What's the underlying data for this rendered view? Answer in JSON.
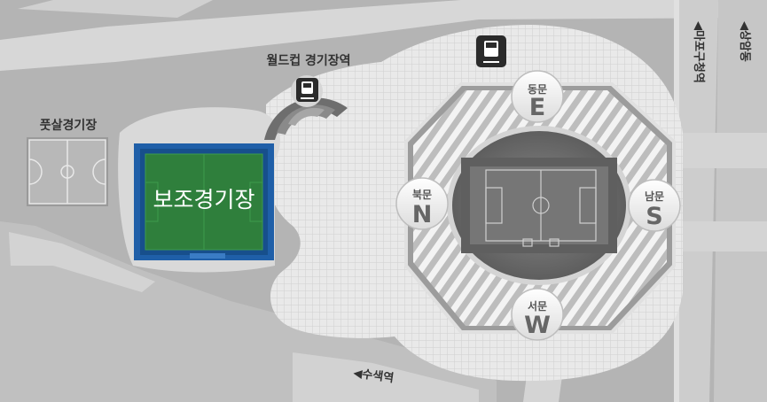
{
  "map": {
    "labels": {
      "futsal": "풋살경기장",
      "subsidiary": "보조경기장",
      "station": "월드컵 경기장역",
      "road_mapo": "◀마포구청역",
      "road_sangam": "◀상암동",
      "road_susaek": "◀수색역"
    },
    "gates": [
      {
        "id": "east",
        "ko": "동문",
        "letter": "E"
      },
      {
        "id": "north",
        "ko": "북문",
        "letter": "N"
      },
      {
        "id": "south",
        "ko": "남문",
        "letter": "S"
      },
      {
        "id": "west",
        "ko": "서문",
        "letter": "W"
      }
    ],
    "icons": [
      "subway-icon",
      "subway-icon"
    ],
    "colors": {
      "highlight_field": "#2e7d3c",
      "highlight_border": "#1b5ea8",
      "ground": "#c8c8c8",
      "plaza": "#e6e6e6"
    }
  }
}
